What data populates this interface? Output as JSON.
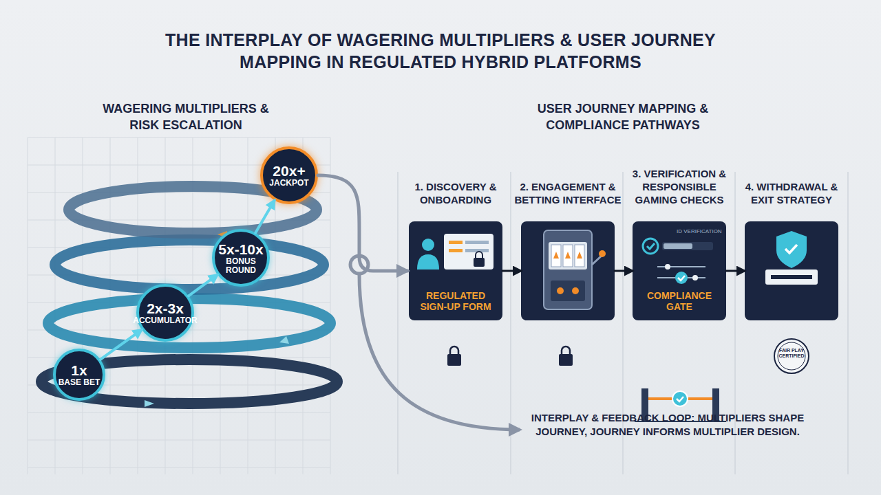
{
  "diagram": {
    "title": "THE INTERPLAY OF WAGERING MULTIPLIERS & USER JOURNEY MAPPING IN REGULATED HYBRID PLATFORMS",
    "nodes": [
      {
        "text": [
          "1x",
          "BASE BET"
        ]
      },
      {
        "text": [
          "2x-3x",
          "ACCUMULATOR"
        ]
      },
      {
        "text": [
          "5x-10x",
          "BONUS ROUND"
        ]
      },
      {
        "text": [
          "20x+",
          "JACKPOT"
        ]
      },
      {
        "text": [
          "1. DISCOVERY & ONBOARDING",
          "REGULATED SIGN-UP FORM"
        ]
      },
      {
        "text": [
          "2. ENGAGEMENT & BETTING INTERFACE"
        ]
      },
      {
        "text": [
          "3. VERIFICATION & RESPONSIBLE GAMING CHECKS",
          "ID VERIFICATION",
          "COMPLIANCE GATE"
        ]
      },
      {
        "text": [
          "4. WITHDRAWAL & EXIT STRATEGY"
        ]
      }
    ],
    "edges": [
      {
        "from": 0,
        "to": 1,
        "arrow": "to"
      },
      {
        "from": 1,
        "to": 2,
        "arrow": "to"
      },
      {
        "from": 2,
        "to": 3,
        "arrow": "to"
      },
      {
        "from": 3,
        "to": 4,
        "arrow": "to"
      },
      {
        "from": 4,
        "to": 5,
        "arrow": "to"
      },
      {
        "from": 5,
        "to": 6,
        "arrow": "to"
      },
      {
        "from": 6,
        "to": 7,
        "arrow": "to"
      }
    ],
    "labels": [
      "WAGERING MULTIPLIERS & RISK ESCALATION",
      "USER JOURNEY MAPPING & COMPLIANCE PATHWAYS",
      "FAIR PLAY CERTIFIED",
      "INTERPLAY & FEEDBACK LOOP: MULTIPLIERS SHAPE JOURNEY, JOURNEY INFORMS MULTIPLIER DESIGN."
    ]
  }
}
